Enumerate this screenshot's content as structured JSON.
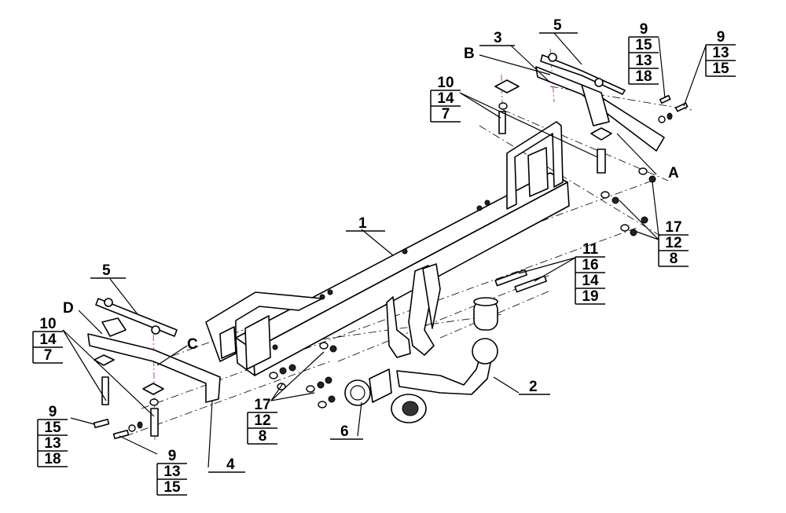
{
  "labels": {
    "main_bar": "1",
    "ball": "2",
    "bracket_right": "3",
    "bracket_left": "4",
    "plate_top": "5",
    "plate_left": "5",
    "socket": "6",
    "point_a": "A",
    "point_b": "B",
    "point_c": "C",
    "point_d": "D"
  },
  "callout_tables": [
    {
      "id": "top-right-a",
      "rows": [
        "9",
        "15",
        "13",
        "18"
      ]
    },
    {
      "id": "top-right-b",
      "rows": [
        "9",
        "13",
        "15"
      ]
    },
    {
      "id": "top-left",
      "rows": [
        "10",
        "14",
        "7"
      ]
    },
    {
      "id": "middle-right",
      "rows": [
        "17",
        "12",
        "8"
      ]
    },
    {
      "id": "right-bolts",
      "rows": [
        "11",
        "16",
        "14",
        "19"
      ]
    },
    {
      "id": "left-upper",
      "rows": [
        "10",
        "14",
        "7"
      ]
    },
    {
      "id": "bottom-left",
      "rows": [
        "9",
        "15",
        "13",
        "18"
      ]
    },
    {
      "id": "bottom-left-b",
      "rows": [
        "9",
        "13",
        "15"
      ]
    },
    {
      "id": "bottom-middle",
      "rows": [
        "17",
        "12",
        "8"
      ]
    }
  ]
}
